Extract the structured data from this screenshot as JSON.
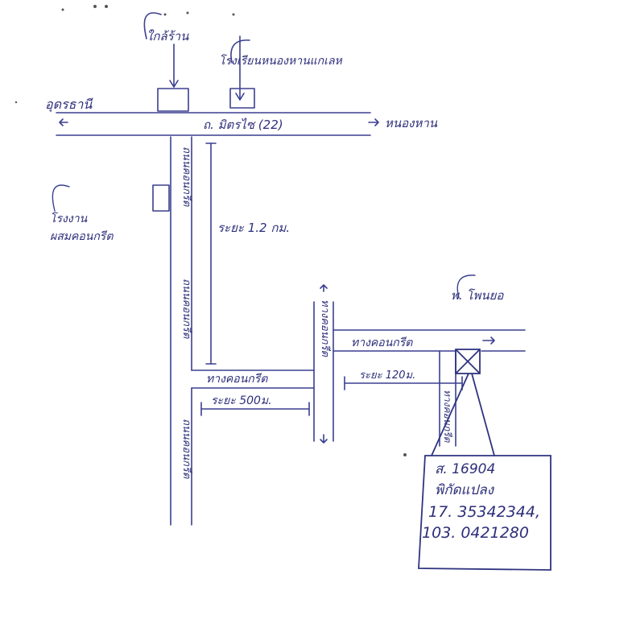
{
  "labels": {
    "top_left_town": "อุดรธานี",
    "main_road": "ถ. มิตรไซ (22)",
    "right_town": "หนองหาน",
    "poi_1": "ใกล้ร้าน",
    "poi_2": "โรงเรียนหนองหานแกเลห",
    "school_1": "โรงงาน",
    "school_2": "ผสมคอนกรีต",
    "vertical_road_1": "ถนนคอนกรีต",
    "vertical_road_2": "ถนนคอนกรีต",
    "vertical_road_3": "ถนนคอนกรีต",
    "distance_1": "ระยะ 1.2 กม.",
    "distance_2": "ระยะ 500ม.",
    "distance_3": "ระยะ 120ม.",
    "concrete_road_1": "ทางคอนกรีต",
    "concrete_road_2": "ทางคอนกรีต",
    "concrete_road_3": "ทางคอนกรีต",
    "concrete_road_4": "ทางคอนกรีต",
    "village": "พ. โพนยอ",
    "info_line_1": "ส. 16904",
    "info_line_2": "พิกัดแปลง",
    "info_line_3": "17. 35342344,",
    "info_line_4": "103. 0421280"
  },
  "colors": {
    "ink": "#3a3f8f",
    "paper": "#ffffff"
  }
}
